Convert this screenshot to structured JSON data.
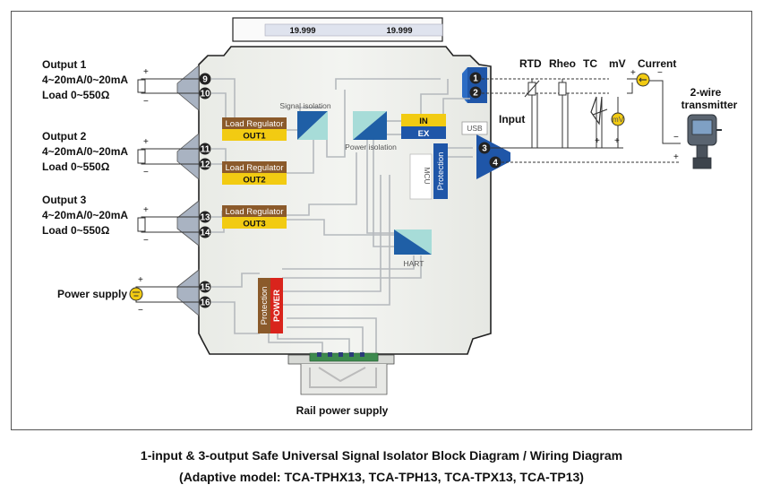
{
  "display": {
    "left_value": "19.999",
    "right_value": "19.999"
  },
  "outputs": [
    {
      "title": "Output 1",
      "range": "4~20mA/0~20mA",
      "load": "Load 0~550Ω",
      "terminals": [
        "9",
        "10"
      ],
      "regulator": "Load Regulator",
      "channel": "OUT1"
    },
    {
      "title": "Output 2",
      "range": "4~20mA/0~20mA",
      "load": "Load 0~550Ω",
      "terminals": [
        "11",
        "12"
      ],
      "regulator": "Load Regulator",
      "channel": "OUT2"
    },
    {
      "title": "Output 3",
      "range": "4~20mA/0~20mA",
      "load": "Load 0~550Ω",
      "terminals": [
        "13",
        "14"
      ],
      "regulator": "Load Regulator",
      "channel": "OUT3"
    }
  ],
  "power_supply": {
    "label": "Power supply",
    "terminals": [
      "15",
      "16"
    ]
  },
  "inside": {
    "signal_isolation": "Signal isolation",
    "power_isolation": "Power isolation",
    "in": "IN",
    "ex": "EX",
    "usb": "USB",
    "mcu": "MCU",
    "protection": "Protection",
    "hart": "HART",
    "power_protection": "Protection",
    "power": "POWER"
  },
  "input": {
    "label": "Input",
    "terminals": [
      "1",
      "2",
      "3",
      "4"
    ],
    "types": [
      "RTD",
      "Rheo",
      "TC",
      "mV",
      "Current"
    ],
    "mv_symbol": "mV",
    "transmitter": [
      "2-wire",
      "transmitter"
    ]
  },
  "signs": {
    "plus": "+",
    "minus": "−"
  },
  "rail": "Rail power supply",
  "caption": {
    "line1": "1-input & 3-output Safe Universal Signal Isolator Block Diagram / Wiring Diagram",
    "line2": "(Adaptive model: TCA-TPHX13, TCA-TPH13, TCA-TPX13, TCA-TP13)"
  },
  "colors": {
    "body": "#f1f2ef",
    "terminal_gray": "#a9b3c2",
    "terminal_blue": "#1f56a8",
    "regulator": "#8b5a2b",
    "channel": "#f2cb12",
    "isolator_dark": "#1f5fa6",
    "isolator_light": "#a7dcd8",
    "in_yellow": "#f2cb12",
    "ex_blue": "#1f56a8",
    "power_red": "#d9241c"
  }
}
